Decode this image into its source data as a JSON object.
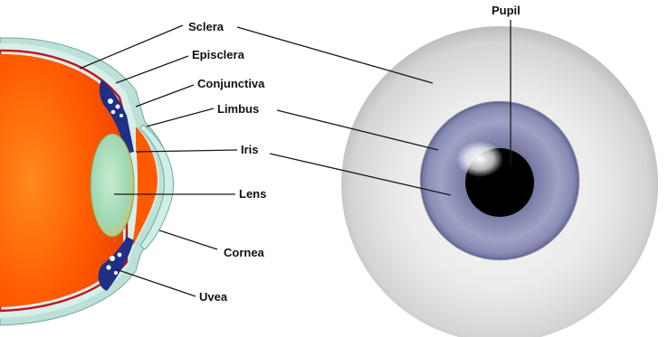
{
  "labels": {
    "sclera": "Sclera",
    "episclera": "Episclera",
    "conjunctiva": "Conjunctiva",
    "limbus": "Limbus",
    "iris": "Iris",
    "lens": "Lens",
    "cornea": "Cornea",
    "uvea": "Uvea",
    "pupil": "Pupil"
  },
  "colors": {
    "eyeball_interior": "#ff5a00",
    "eye_wall_outer": "#9fd2c8",
    "sclera_band": "#c7e6e0",
    "red_layer": "#c0141e",
    "uvea_dark": "#1f2f86",
    "lens": "#9fd7b4",
    "iris_ring": "#7f84ad",
    "pupil": "#000000",
    "sclera_front": "#e6e6e6"
  }
}
